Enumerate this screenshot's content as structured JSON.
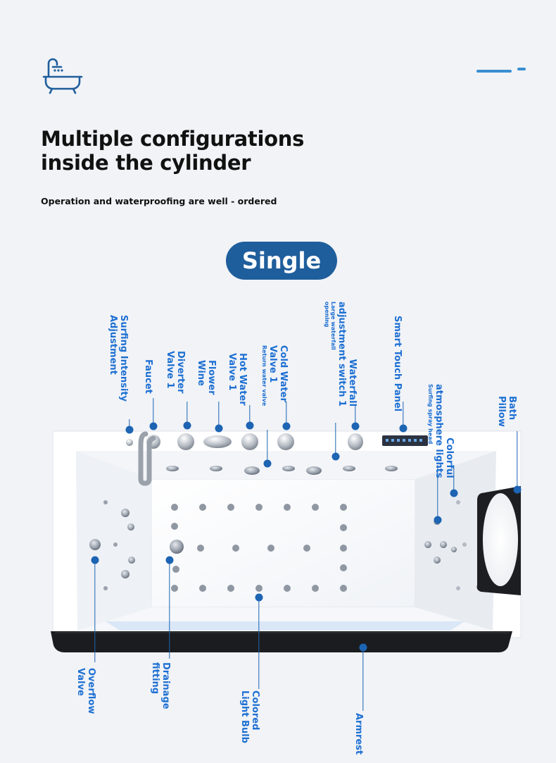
{
  "header": {
    "title_line1": "Multiple configurations",
    "title_line2": "inside the cylinder",
    "subtitle": "Operation and waterproofing are well - ordered",
    "badge": "Single"
  },
  "icons": {
    "header_icon": "bathtub-shower-icon"
  },
  "colors": {
    "accent": "#1f5e9c",
    "label": "#1d6fd2",
    "marker": "#1d64b3",
    "background": "#f1f3f7"
  },
  "labels_top": {
    "surfing": [
      "Surfing Intensity",
      "Adjustment"
    ],
    "faucet": [
      "Faucet"
    ],
    "diverter": [
      "Diverter",
      "Valve 1"
    ],
    "flower": [
      "Flower",
      "Wine"
    ],
    "hot": [
      "Hot Water",
      "Valve 1"
    ],
    "cold": [
      "Cold Water",
      "Valve 1"
    ],
    "cold_sub": "Return water valve",
    "waterfall": [
      "Waterfall",
      "adjustment switch 1"
    ],
    "waterfall_sub": [
      "Large waterfall",
      "opening"
    ],
    "touch": [
      "Smart Touch Panel"
    ],
    "colorful": [
      "Colorful",
      "atmosphere lights"
    ],
    "colorful_sub": "Surfing spray head",
    "pillow": [
      "Bath",
      "Pillow"
    ]
  },
  "labels_bottom": {
    "overflow": [
      "Overflow",
      "Valve"
    ],
    "drain": [
      "Drainage",
      "fitting"
    ],
    "bulb": [
      "Colored",
      "Light Bulb"
    ],
    "armrest": [
      "Armrest"
    ]
  }
}
